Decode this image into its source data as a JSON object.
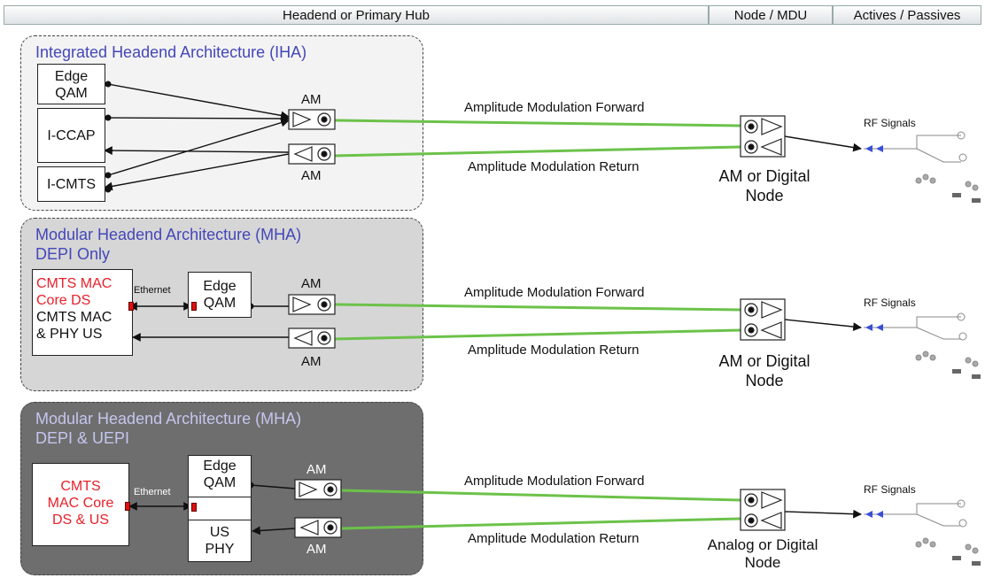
{
  "header": {
    "headend": "Headend or Primary Hub",
    "node": "Node / MDU",
    "actives": "Actives / Passives"
  },
  "iha": {
    "title": "Integrated Headend Architecture (IHA)",
    "edge_qam": "Edge QAM",
    "iccap": "I-CCAP",
    "icmts": "I-CMTS",
    "am_top": "AM",
    "am_bottom": "AM",
    "forward": "Amplitude Modulation Forward",
    "return": "Amplitude Modulation Return",
    "node": "AM or Digital Node",
    "rf": "RF Signals"
  },
  "mha1": {
    "title_line1": "Modular Headend Architecture (MHA)",
    "title_line2": "DEPI Only",
    "cmts_red": "CMTS MAC Core DS",
    "cmts_black": "CMTS MAC & PHY US",
    "ethernet": "Ethernet",
    "edge_qam": "Edge QAM",
    "am_top": "AM",
    "am_bottom": "AM",
    "forward": "Amplitude Modulation Forward",
    "return": "Amplitude Modulation Return",
    "node": "AM or Digital Node",
    "rf": "RF Signals"
  },
  "mha2": {
    "title_line1": "Modular Headend Architecture (MHA)",
    "title_line2": "DEPI & UEPI",
    "cmts": "CMTS MAC Core DS & US",
    "ethernet": "Ethernet",
    "edge_qam": "Edge QAM",
    "us_phy": "US PHY",
    "am_top": "AM",
    "am_bottom": "AM",
    "forward": "Amplitude Modulation Forward",
    "return": "Amplitude Modulation Return",
    "node": "Analog or Digital Node",
    "rf": "RF Signals"
  },
  "colors": {
    "green_link": "#6cc24a",
    "title_blue": "#4447b8",
    "red_text": "#e8202a",
    "panel1_bg": "#f3f3f3",
    "panel2_bg": "#d6d6d6",
    "panel3_bg": "#6e6e6e"
  },
  "icons": [
    "amplifier-forward-icon",
    "amplifier-return-icon",
    "rf-network-icon",
    "ethernet-port-icon"
  ]
}
